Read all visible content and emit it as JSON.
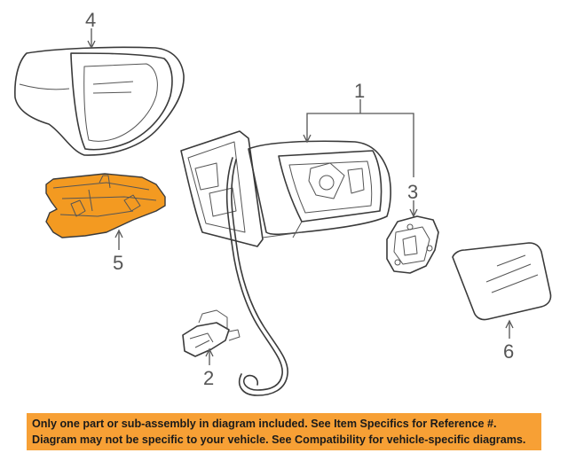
{
  "diagram": {
    "highlight_color": "#f39a21",
    "banner_color": "#f7a035",
    "callouts": [
      {
        "id": "part-1",
        "label": "1"
      },
      {
        "id": "part-2",
        "label": "2"
      },
      {
        "id": "part-3",
        "label": "3"
      },
      {
        "id": "part-4",
        "label": "4"
      },
      {
        "id": "part-5",
        "label": "5"
      },
      {
        "id": "part-6",
        "label": "6"
      }
    ],
    "notice": {
      "line1": "Only one part or sub-assembly in diagram included. See Item Specifics for Reference #.",
      "line2": "Diagram may not be specific to your vehicle. See Compatibility for vehicle-specific diagrams."
    }
  }
}
